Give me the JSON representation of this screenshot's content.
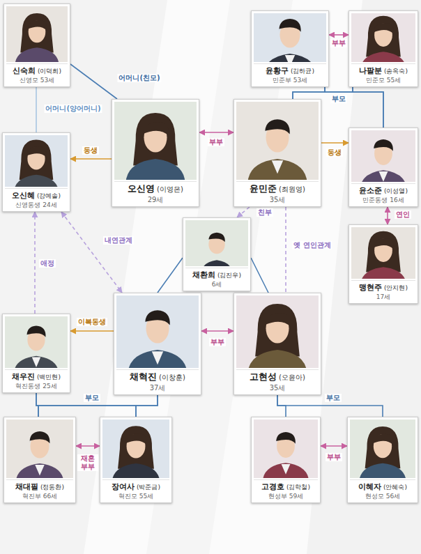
{
  "diagram": {
    "nodes": [
      {
        "text": [
          "신숙희",
          "(이덕희)",
          "신영모 53세"
        ]
      },
      {
        "text": [
          "윤황구",
          "(김하균)",
          "민준부 53세"
        ]
      },
      {
        "text": [
          "나팔분",
          "(송옥숙)",
          "민준모 55세"
        ]
      },
      {
        "text": [
          "오신영",
          "(이영은)",
          "29세"
        ]
      },
      {
        "text": [
          "윤민준",
          "(최원영)",
          "35세"
        ]
      },
      {
        "text": [
          "오신혜",
          "(강예솔)",
          "신영동생 24세"
        ]
      },
      {
        "text": [
          "윤소준",
          "(이성열)",
          "민준동생 16세"
        ]
      },
      {
        "text": [
          "채환희",
          "(김진우)",
          "6세"
        ]
      },
      {
        "text": [
          "맹현주",
          "(안지현)",
          "17세"
        ]
      },
      {
        "text": [
          "채혁진",
          "(이창훈)",
          "37세"
        ]
      },
      {
        "text": [
          "고현성",
          "(오윤아)",
          "35세"
        ]
      },
      {
        "text": [
          "채우진",
          "(백민현)",
          "혁진동생 25세"
        ]
      },
      {
        "text": [
          "채대필",
          "(정동환)",
          "혁진부 66세"
        ]
      },
      {
        "text": [
          "장여사",
          "(박준금)",
          "혁진모 55세"
        ]
      },
      {
        "text": [
          "고경호",
          "(김학철)",
          "현성부 59세"
        ]
      },
      {
        "text": [
          "이혜자",
          "(안혜숙)",
          "현성모 56세"
        ]
      }
    ],
    "edges": [
      {
        "from": 0,
        "to": 3,
        "arrow": "none",
        "label": "어머니(친모)"
      },
      {
        "from": 0,
        "to": 5,
        "arrow": "none",
        "label": "어머니(양어머니)"
      },
      {
        "from": 1,
        "to": 2,
        "arrow": "both",
        "label": "부부"
      },
      {
        "from": 1,
        "to": 4,
        "arrow": "none",
        "label": "부모"
      },
      {
        "from": 1,
        "to": 6,
        "arrow": "none"
      },
      {
        "from": 2,
        "to": 4,
        "arrow": "none"
      },
      {
        "from": 2,
        "to": 6,
        "arrow": "none"
      },
      {
        "from": 3,
        "to": 4,
        "arrow": "both",
        "label": "부부"
      },
      {
        "from": 3,
        "to": 5,
        "arrow": "to",
        "label": "동생"
      },
      {
        "from": 4,
        "to": 6,
        "arrow": "to",
        "label": "동생"
      },
      {
        "from": 6,
        "to": 8,
        "arrow": "both",
        "label": "연인"
      },
      {
        "from": 4,
        "to": 7,
        "arrow": "to",
        "label": "친부"
      },
      {
        "from": 4,
        "to": 10,
        "arrow": "none",
        "label": "옛 연인관계"
      },
      {
        "from": 5,
        "to": 9,
        "arrow": "both",
        "label": "내연관계"
      },
      {
        "from": 11,
        "to": 5,
        "arrow": "to",
        "label": "애정"
      },
      {
        "from": 9,
        "to": 11,
        "arrow": "to",
        "label": "이복동생"
      },
      {
        "from": 9,
        "to": 10,
        "arrow": "both",
        "label": "부부"
      },
      {
        "from": 9,
        "to": 7,
        "arrow": "none"
      },
      {
        "from": 10,
        "to": 7,
        "arrow": "none"
      },
      {
        "from": 12,
        "to": 13,
        "arrow": "both",
        "label": "재혼 부부"
      },
      {
        "from": 12,
        "to": 11,
        "arrow": "none",
        "label": "부모"
      },
      {
        "from": 12,
        "to": 9,
        "arrow": "none"
      },
      {
        "from": 13,
        "to": 11,
        "arrow": "none"
      },
      {
        "from": 13,
        "to": 9,
        "arrow": "none"
      },
      {
        "from": 14,
        "to": 15,
        "arrow": "both",
        "label": "부부"
      },
      {
        "from": 14,
        "to": 10,
        "arrow": "none",
        "label": "부모"
      },
      {
        "from": 15,
        "to": 10,
        "arrow": "none"
      }
    ]
  }
}
